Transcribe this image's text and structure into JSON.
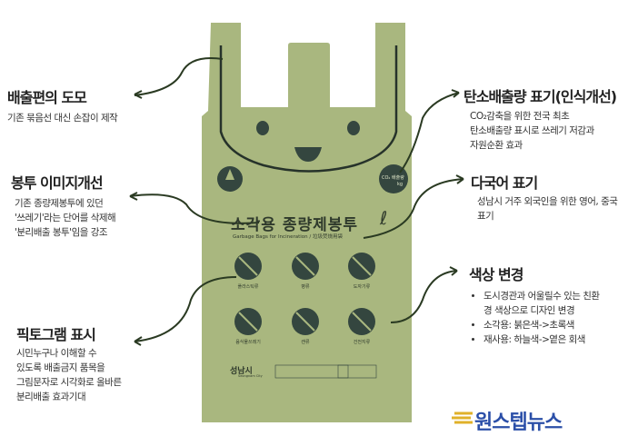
{
  "left": [
    {
      "title": "배출편의 도모",
      "lines": [
        "기존 묶음선 대신 손잡이 제작"
      ]
    },
    {
      "title": "봉투 이미지개선",
      "lines": [
        "기존 종량제봉투에 있던",
        "'쓰레기'라는 단어를 삭제해",
        "'분리배출 봉투'임을 강조"
      ]
    },
    {
      "title": "픽토그램 표시",
      "lines": [
        "시민누구나 이해할 수",
        "있도록 배출금지 품목을",
        "그림문자로 시각화로 올바른",
        "분리배출 효과기대"
      ]
    }
  ],
  "right": [
    {
      "title": "탄소배출량 표기(인식개선)",
      "lines": [
        "CO₂감축을 위한 전국 최초",
        "탄소배출량 표시로 쓰레기 저감과",
        "자원순환 효과"
      ]
    },
    {
      "title": "다국어 표기",
      "lines": [
        "성남시 거주 외국인을 위한 영어, 중국어",
        "표기"
      ]
    },
    {
      "title": "색상 변경",
      "bullets": [
        "도시경관과 어울릴수 있는 친환경 색상으로 디자인 변경",
        "소각용: 붉은색->초록색",
        "재사용: 하늘색->옅은 회색"
      ]
    }
  ],
  "bag": {
    "title": "소각용 종량제봉투",
    "subtitle": "Garbage Bags for Incineration / 垃圾焚烧用袋",
    "volume": "ℓ",
    "co2_badge": "CO₂ 배출량",
    "co2_unit": "kg",
    "pictograms": [
      "플라스틱류",
      "병류",
      "도자기류",
      "음식물쓰레기",
      "캔류",
      "건전지류"
    ],
    "city": "성남시",
    "city_en": "Seongnam City"
  },
  "logo": "원스텝뉴스",
  "colors": {
    "bag": "#a9b77f",
    "ink": "#2f3d33",
    "arrow": "#2a3a22",
    "logo": "#2b4fa8"
  }
}
